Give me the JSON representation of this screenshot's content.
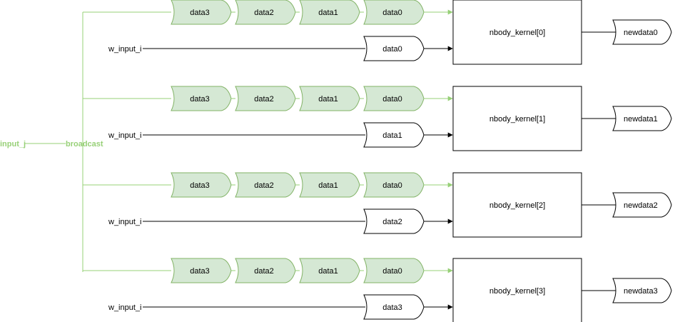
{
  "source": {
    "label": "input_j",
    "color": "#97d077"
  },
  "broadcast": {
    "label": "broadcast"
  },
  "colors": {
    "green_stroke": "#82b366",
    "green_fill": "#d5e8d4",
    "green_line": "#97d077",
    "black": "#000000"
  },
  "units": [
    {
      "queue": [
        "data3",
        "data2",
        "data1",
        "data0"
      ],
      "w_label": "w_input_i",
      "w_data": "data0",
      "kernel": "nbody_kernel[0]",
      "output": "newdata0"
    },
    {
      "queue": [
        "data3",
        "data2",
        "data1",
        "data0"
      ],
      "w_label": "w_input_i",
      "w_data": "data1",
      "kernel": "nbody_kernel[1]",
      "output": "newdata1"
    },
    {
      "queue": [
        "data3",
        "data2",
        "data1",
        "data0"
      ],
      "w_label": "w_input_i",
      "w_data": "data2",
      "kernel": "nbody_kernel[2]",
      "output": "newdata2"
    },
    {
      "queue": [
        "data3",
        "data2",
        "data1",
        "data0"
      ],
      "w_label": "w_input_i",
      "w_data": "data3",
      "kernel": "nbody_kernel[3]",
      "output": "newdata3"
    }
  ]
}
